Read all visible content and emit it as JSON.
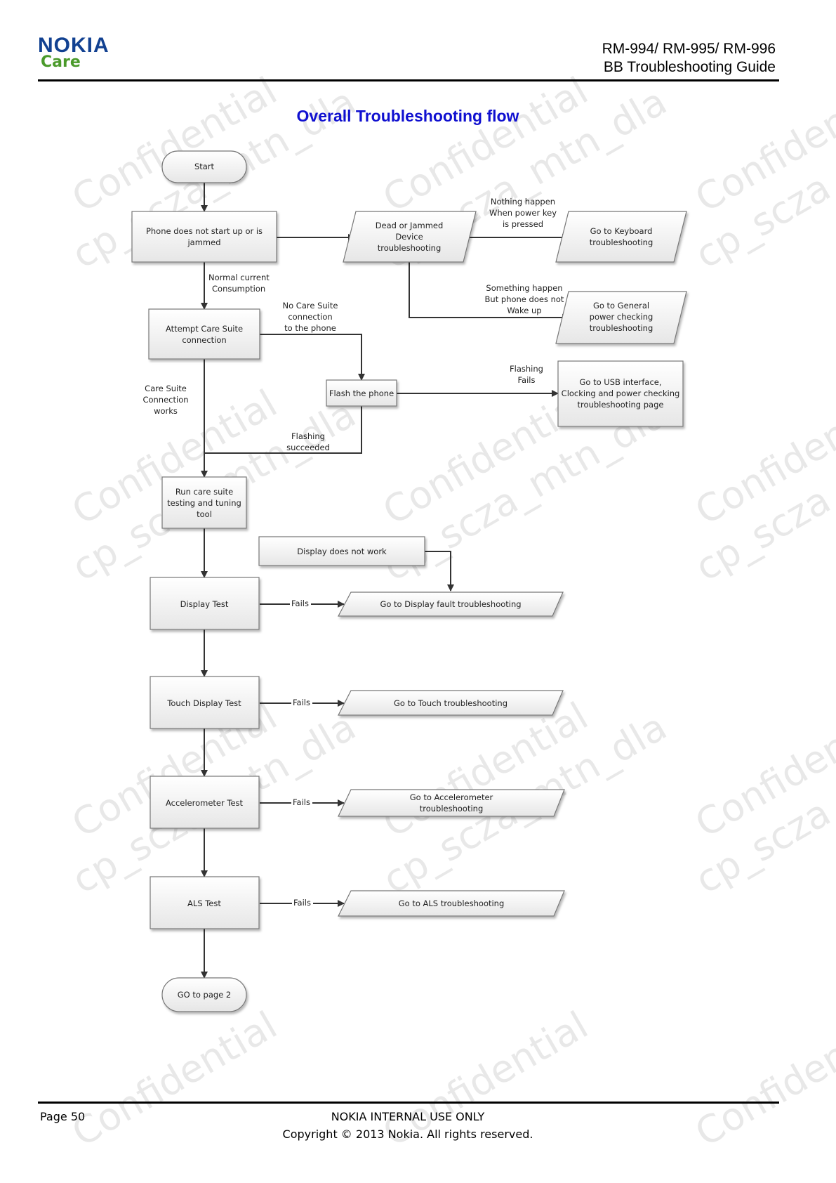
{
  "header": {
    "logo_main": "NOKIA",
    "logo_sub": "Care",
    "model_line": "RM-994/ RM-995/ RM-996",
    "guide_line": "BB Troubleshooting Guide"
  },
  "title": "Overall Troubleshooting flow",
  "watermark": {
    "line1": "Confidential",
    "line2": "cp_scza_mtn_dla"
  },
  "flow": {
    "start": "Start",
    "phone_no_start": [
      "Phone does not start up or is",
      "jammed"
    ],
    "dead_jammed": [
      "Dead or Jammed",
      "Device",
      "troubleshooting"
    ],
    "nothing_happen": [
      "Nothing happen",
      "When power key",
      "is pressed"
    ],
    "goto_keyboard": [
      "Go to Keyboard",
      "troubleshooting"
    ],
    "something_happen": [
      "Something happen",
      "But phone does not",
      "Wake up"
    ],
    "goto_general_power": [
      "Go to General",
      "power checking",
      "troubleshooting"
    ],
    "normal_current": [
      "Normal current",
      "Consumption"
    ],
    "attempt_care_suite": [
      "Attempt Care Suite",
      "connection"
    ],
    "no_care_suite": [
      "No Care Suite",
      "connection",
      "to the phone"
    ],
    "flash_phone": "Flash the phone",
    "flashing_fails": [
      "Flashing",
      "Fails"
    ],
    "goto_usb": [
      "Go to USB interface,",
      "Clocking and power checking",
      "troubleshooting page"
    ],
    "care_suite_works": [
      "Care Suite",
      "Connection",
      "works"
    ],
    "flashing_succeeded": [
      "Flashing",
      "succeeded"
    ],
    "run_care_suite": [
      "Run care suite",
      "testing and tuning",
      "tool"
    ],
    "display_not_work": "Display does not work",
    "display_test": "Display Test",
    "goto_display_fault": "Go to Display fault troubleshooting",
    "touch_test": "Touch Display Test",
    "goto_touch": "Go to Touch troubleshooting",
    "accel_test": "Accelerometer Test",
    "goto_accel": [
      "Go to Accelerometer",
      "troubleshooting"
    ],
    "als_test": "ALS Test",
    "goto_als": "Go to  ALS troubleshooting",
    "fails": "Fails",
    "goto_page2": "GO to page 2"
  },
  "footer": {
    "page": "Page 50",
    "notice": "NOKIA INTERNAL USE ONLY",
    "copyright": "Copyright © 2013 Nokia. All rights reserved."
  }
}
